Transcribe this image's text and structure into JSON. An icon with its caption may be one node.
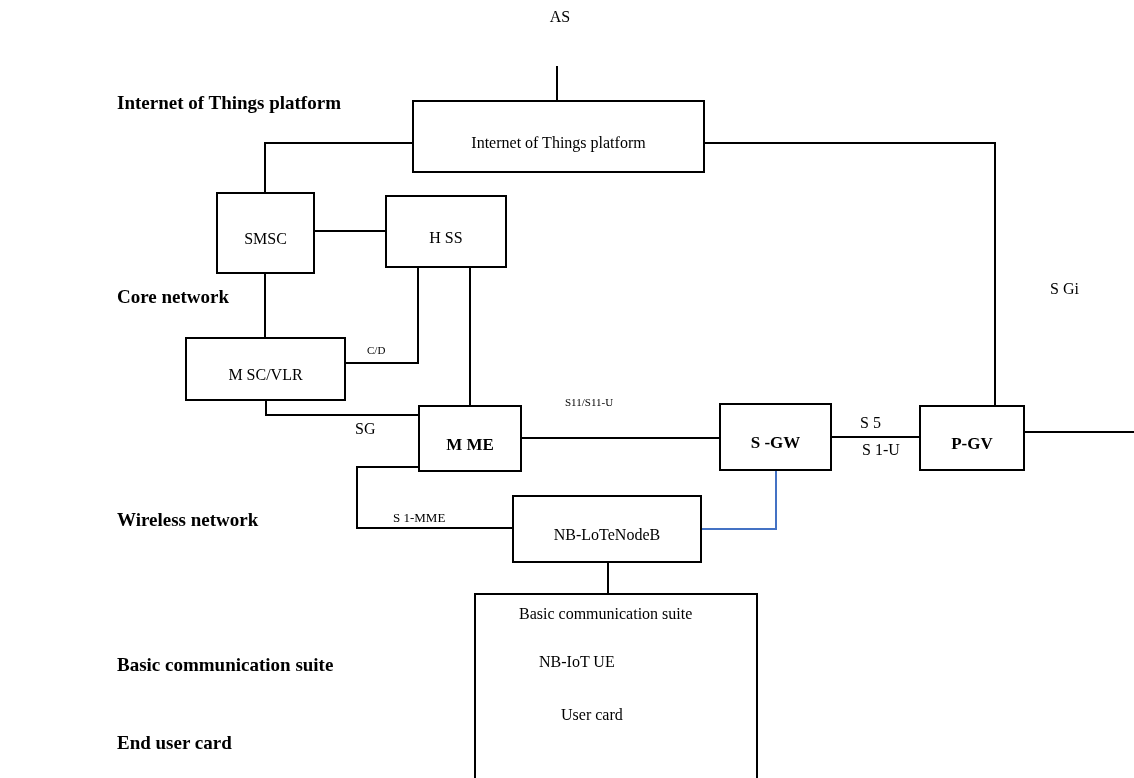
{
  "diagram": {
    "nodes": [
      {
        "text": [
          "AS"
        ]
      },
      {
        "text": [
          "Internet of Things platform"
        ]
      },
      {
        "text": [
          "SMSC"
        ]
      },
      {
        "text": [
          "H SS"
        ]
      },
      {
        "text": [
          "M SC/VLR"
        ]
      },
      {
        "text": [
          "M ME"
        ]
      },
      {
        "text": [
          "S -GW"
        ]
      },
      {
        "text": [
          "P-GV"
        ]
      },
      {
        "text": [
          "NB-LoTeNodeB"
        ]
      },
      {
        "text": [
          "Basic communication suite",
          "NB-IoT UE",
          "User card"
        ]
      }
    ],
    "edges": [
      {
        "from": 1,
        "to": 0,
        "arrow": "none"
      },
      {
        "from": 1,
        "to": 2,
        "arrow": "none"
      },
      {
        "from": 1,
        "to": 7,
        "arrow": "none"
      },
      {
        "from": 2,
        "to": 3,
        "arrow": "none"
      },
      {
        "from": 2,
        "to": 4,
        "arrow": "none"
      },
      {
        "from": 3,
        "to": 4,
        "arrow": "none",
        "label": "C/D"
      },
      {
        "from": 3,
        "to": 5,
        "arrow": "none"
      },
      {
        "from": 4,
        "to": 5,
        "arrow": "none",
        "label": "SG"
      },
      {
        "from": 5,
        "to": 6,
        "arrow": "none",
        "label": "S11/S11-U"
      },
      {
        "from": 6,
        "to": 7,
        "arrow": "none",
        "label": "S 5"
      },
      {
        "from": 5,
        "to": 8,
        "arrow": "none",
        "label": "S 1-MME"
      },
      {
        "from": 8,
        "to": 6,
        "arrow": "none",
        "color": "#4472c4"
      },
      {
        "from": 7,
        "to": null,
        "arrow": "none"
      },
      {
        "from": 8,
        "to": 9,
        "arrow": "none"
      }
    ],
    "labels": [
      "Internet of Things platform",
      "Core network",
      "S Gi",
      "S 1-U",
      "Wireless network",
      "Basic communication suite",
      "End user card"
    ]
  }
}
